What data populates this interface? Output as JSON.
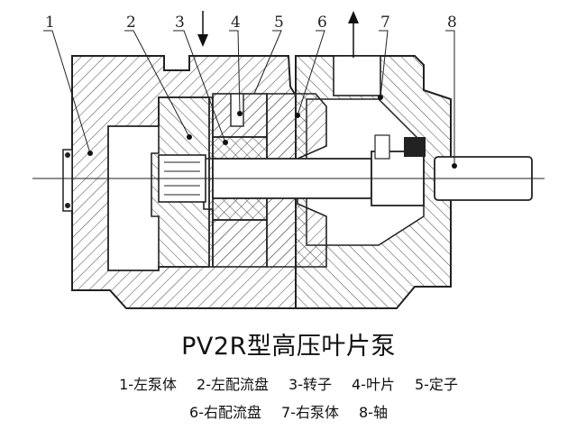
{
  "callouts": [
    "1",
    "2",
    "3",
    "4",
    "5",
    "6",
    "7",
    "8"
  ],
  "title": "PV2R型高压叶片泵",
  "legend": [
    [
      "1-左泵体",
      "2-左配流盘",
      "3-转子",
      "4-叶片",
      "5-定子"
    ],
    [
      "6-右配流盘",
      "7-右泵体",
      "8-轴"
    ]
  ]
}
